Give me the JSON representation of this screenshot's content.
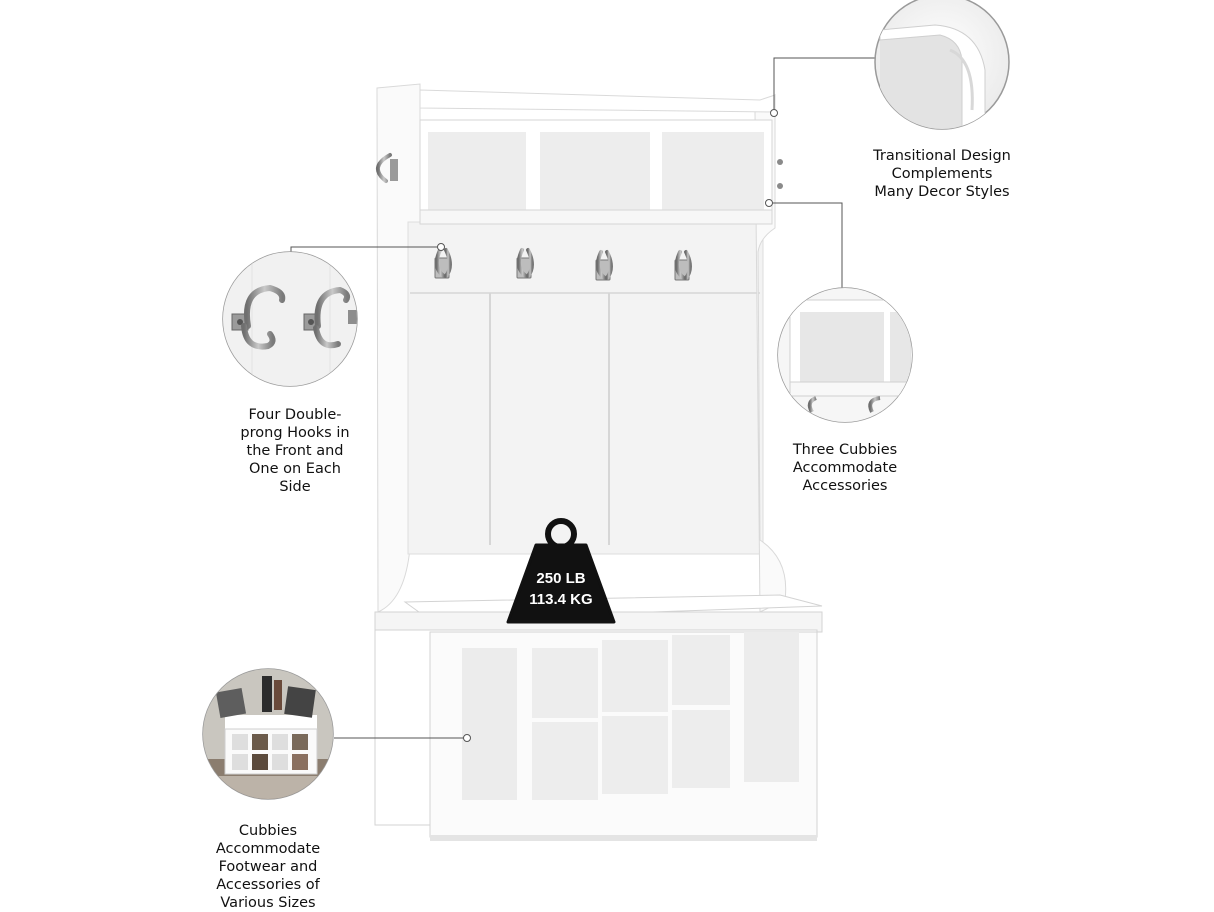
{
  "callouts": {
    "top_right": {
      "lines": [
        "Transitional Design",
        "Complements",
        "Many Decor Styles"
      ]
    },
    "left_hooks": {
      "lines": [
        "Four Double-",
        "prong Hooks in",
        "the Front and",
        "One on Each",
        "Side"
      ]
    },
    "right_cubbies": {
      "lines": [
        "Three Cubbies",
        "Accommodate",
        "Accessories"
      ]
    },
    "bottom_left": {
      "lines": [
        "Cubbies",
        "Accommodate",
        "Footwear and",
        "Accessories of",
        "Various Sizes"
      ]
    }
  },
  "weight_badge": {
    "line1": "250 LB",
    "line2": "113.4 KG"
  },
  "colors": {
    "furniture": "#ffffff",
    "shadow": "#e6e6e6",
    "hardware": "#8a8a8a",
    "badge": "#111111"
  }
}
